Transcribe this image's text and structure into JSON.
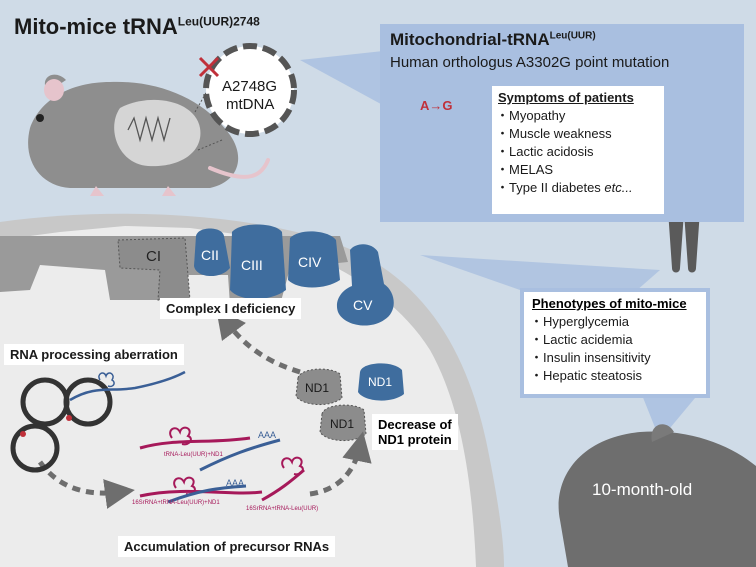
{
  "title": {
    "main": "Mito-mice tRNA",
    "sup": "Leu(UUR)2748"
  },
  "plasmid": {
    "line1": "A2748G",
    "line2": "mtDNA"
  },
  "human_box": {
    "title_main": "Mitochondrial-tRNA",
    "title_sup": "Leu(UUR)",
    "subtitle": "Human orthologus A3302G point mutation",
    "mutation": "A→G",
    "symptoms_title": "Symptoms of patients",
    "symptoms": [
      "Myopathy",
      "Muscle weakness",
      "Lactic acidosis",
      "MELAS",
      "Type II diabetes"
    ],
    "etc": "etc..."
  },
  "complexes": [
    "CI",
    "CII",
    "CIII",
    "CIV",
    "CV"
  ],
  "labels": {
    "complex_deficiency": "Complex I deficiency",
    "rna_processing": "RNA processing aberration",
    "accumulation": "Accumulation of precursor RNAs",
    "decrease_line1": "Decrease of",
    "decrease_line2": "ND1 protein",
    "nd1": "ND1",
    "aaa": "AAA"
  },
  "rna_labels": {
    "rna1": "tRNA-Leu(UUR)+ND1",
    "rna2": "16SrRNA+tRNA-Leu(UUR)+ND1",
    "rna3": "16SrRNA+tRNA-Leu(UUR)"
  },
  "phenotypes": {
    "title": "Phenotypes of mito-mice",
    "items": [
      "Hyperglycemia",
      "Lactic acidemia",
      "Insulin insensitivity",
      "Hepatic steatosis"
    ]
  },
  "age_label": "10-month-old",
  "colors": {
    "background": "#cfdbe7",
    "complex_blue": "#3f6d9e",
    "complex_gray": "#8c8c8c",
    "mutation_red": "#c0303a",
    "rna_magenta": "#a6195a",
    "rna_blue": "#3a5f96",
    "callout": "#a9bfe0"
  }
}
